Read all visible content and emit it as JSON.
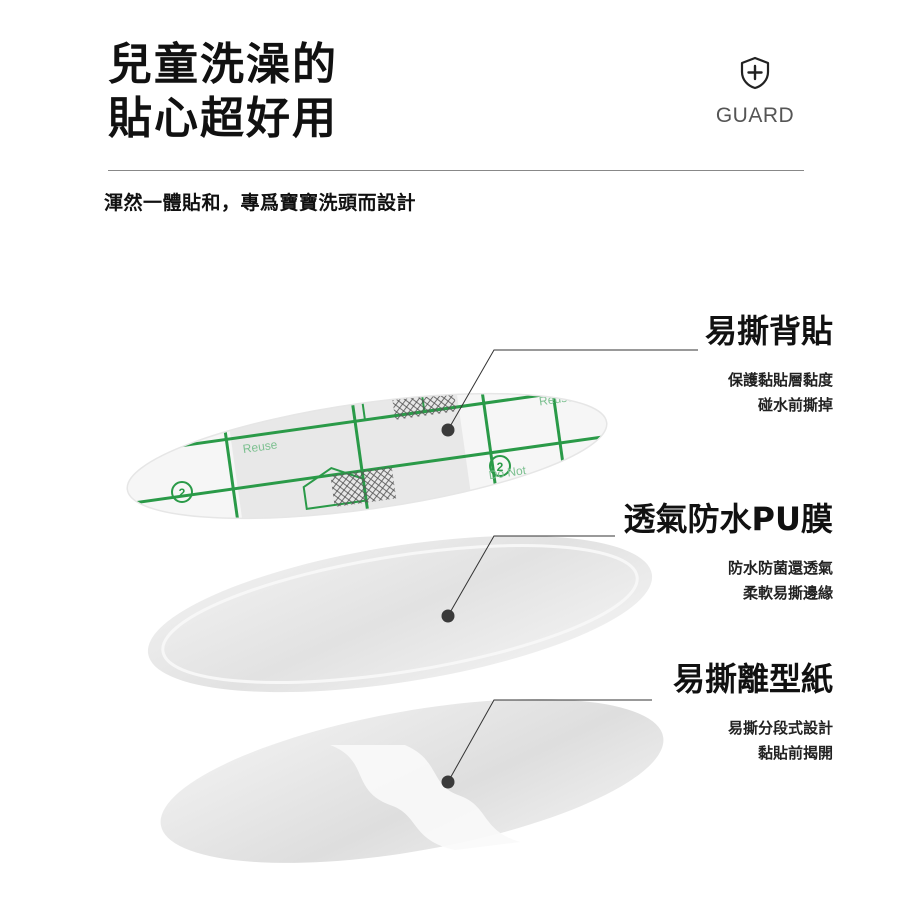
{
  "header": {
    "title_line1": "兒童洗澡的",
    "title_line2": "貼心超好用",
    "brand_icon": "shield-plus-icon",
    "brand_word": "GUARD",
    "subtitle": "渾然一體貼和，專爲寶寶洗頭而設計"
  },
  "layers": [
    {
      "title": "易撕背貼",
      "desc_line1": "保護黏貼層黏度",
      "desc_line2": "碰水前撕掉"
    },
    {
      "title": "透氣防水PU膜",
      "desc_line1": "防水防菌還透氣",
      "desc_line2": "柔軟易撕邊緣"
    },
    {
      "title": "易撕離型紙",
      "desc_line1": "易撕分段式設計",
      "desc_line2": "黏貼前揭開"
    }
  ],
  "patch_print": {
    "text_line1": "Do Not",
    "text_line2": "Reuse",
    "badge": "2"
  },
  "colors": {
    "print_green": "#2a9a48",
    "pointer": "#333333",
    "film": "#e4e4e4",
    "liner": "#dcdcdc"
  }
}
